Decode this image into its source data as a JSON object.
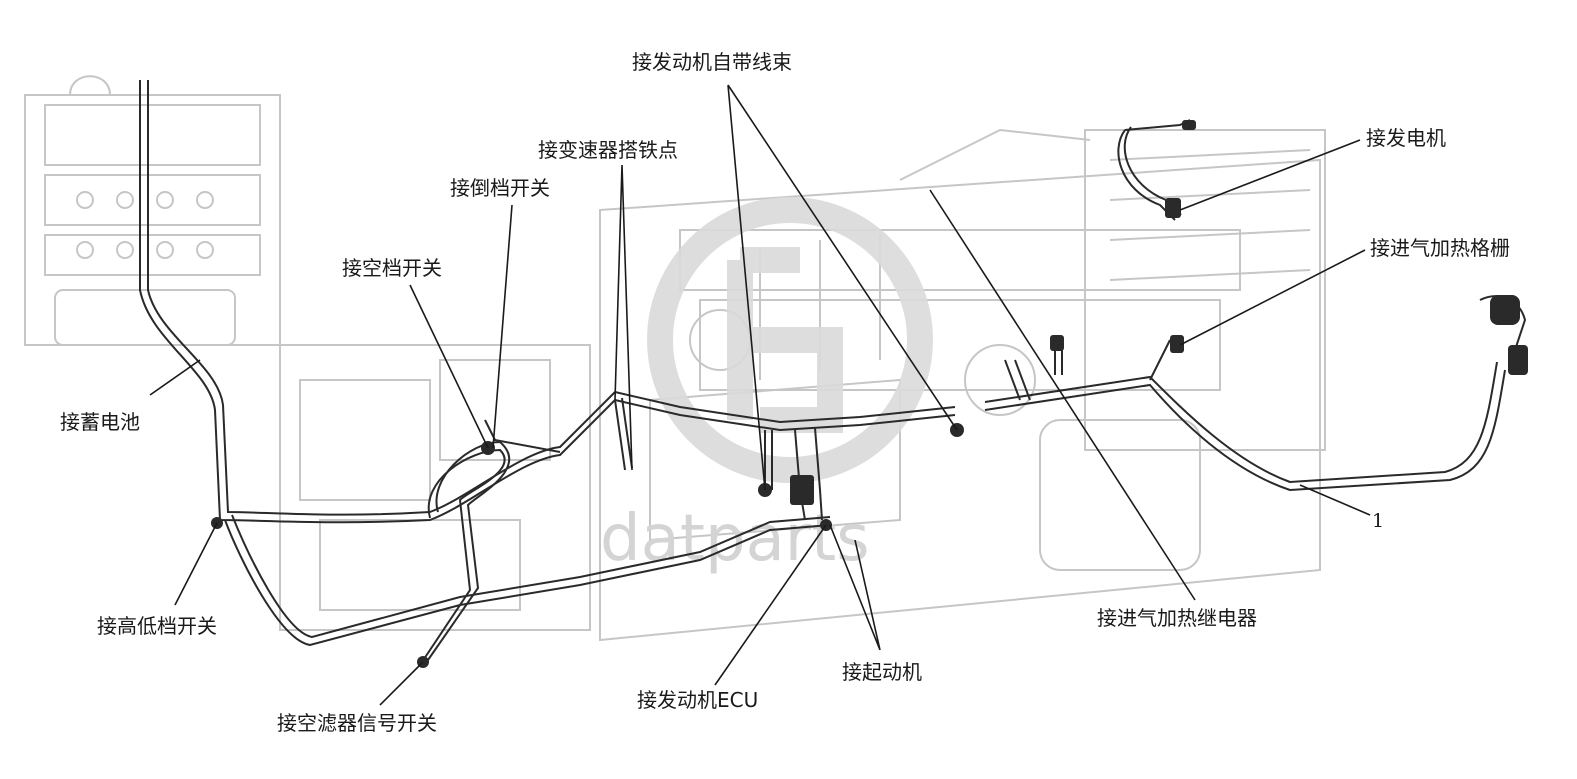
{
  "labels": {
    "engine_harness": "接发动机自带线束",
    "transmission_ground": "接变速器搭铁点",
    "reverse_switch": "接倒档开关",
    "neutral_switch": "接空档开关",
    "battery": "接蓄电池",
    "range_switch": "接高低档开关",
    "air_filter_switch": "接空滤器信号开关",
    "engine_ecu": "接发动机ECU",
    "starter": "接起动机",
    "intake_heater_relay": "接进气加热继电器",
    "generator": "接发电机",
    "intake_heater_grid": "接进气加热格栅",
    "item_1": "1"
  },
  "watermark": {
    "text": "datparts",
    "color": "#d0d0d0"
  },
  "colors": {
    "line": "#1a1a1a",
    "sketch": "#c4c4c4",
    "harness": "#2a2a2a"
  }
}
